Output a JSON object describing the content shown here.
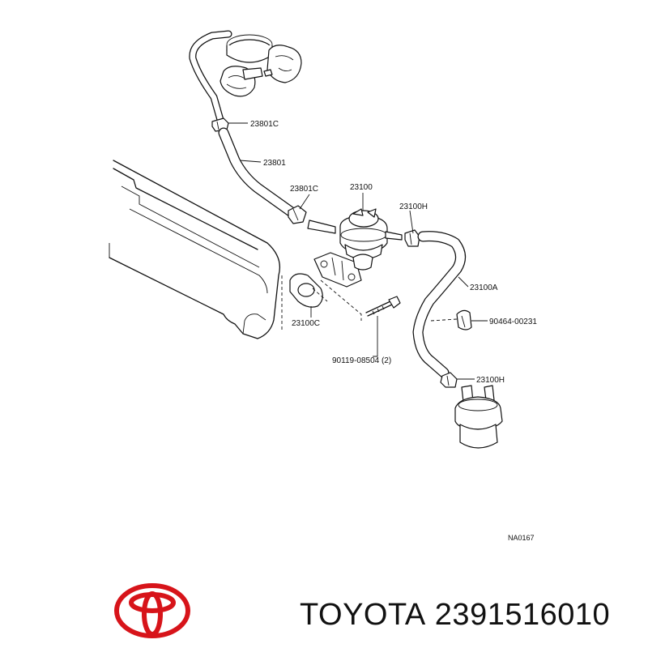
{
  "diagram": {
    "labels": {
      "clamp_upper": "23801C",
      "hose_upper": "23801",
      "clamp_mid": "23801C",
      "pump": "23100",
      "clamp_outlet": "23100H",
      "hose_outlet": "23100A",
      "clip": "90464-00231",
      "gasket": "23100C",
      "bolt": "90119-08504 (2)",
      "clamp_lower": "23100H",
      "code": "NA0167"
    }
  },
  "footer": {
    "brand": "TOYOTA",
    "part_number": "2391516010",
    "logo_color": "#d7141a"
  }
}
